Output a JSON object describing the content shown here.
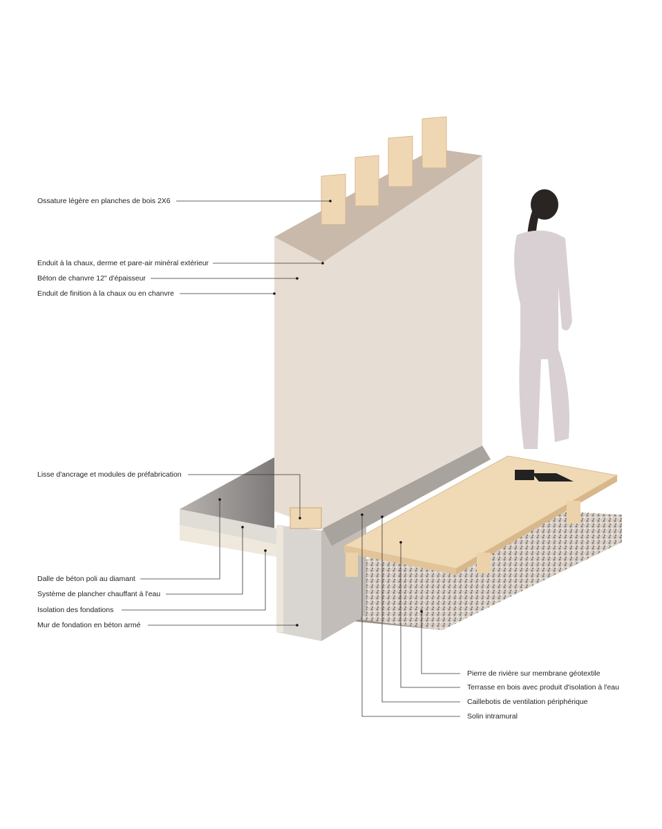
{
  "labels_left": [
    "Ossature légère en planches de bois 2X6",
    "Enduit à la chaux, derme et pare-air minéral extérieur",
    "Béton de chanvre 12\" d'épaisseur",
    "Enduit de finition à la chaux ou en chanvre",
    "Lisse d'ancrage et modules de préfabrication",
    "Dalle de béton poli au diamant",
    "Système de plancher chauffant à l'eau",
    "Isolation des fondations",
    "Mur de fondation en béton armé"
  ],
  "labels_right": [
    "Pierre de rivière sur membrane géotextile",
    "Terrasse en bois avec produit d'isolation à l'eau",
    "Caillebotis de ventilation périphérique",
    "Solin intramural"
  ]
}
